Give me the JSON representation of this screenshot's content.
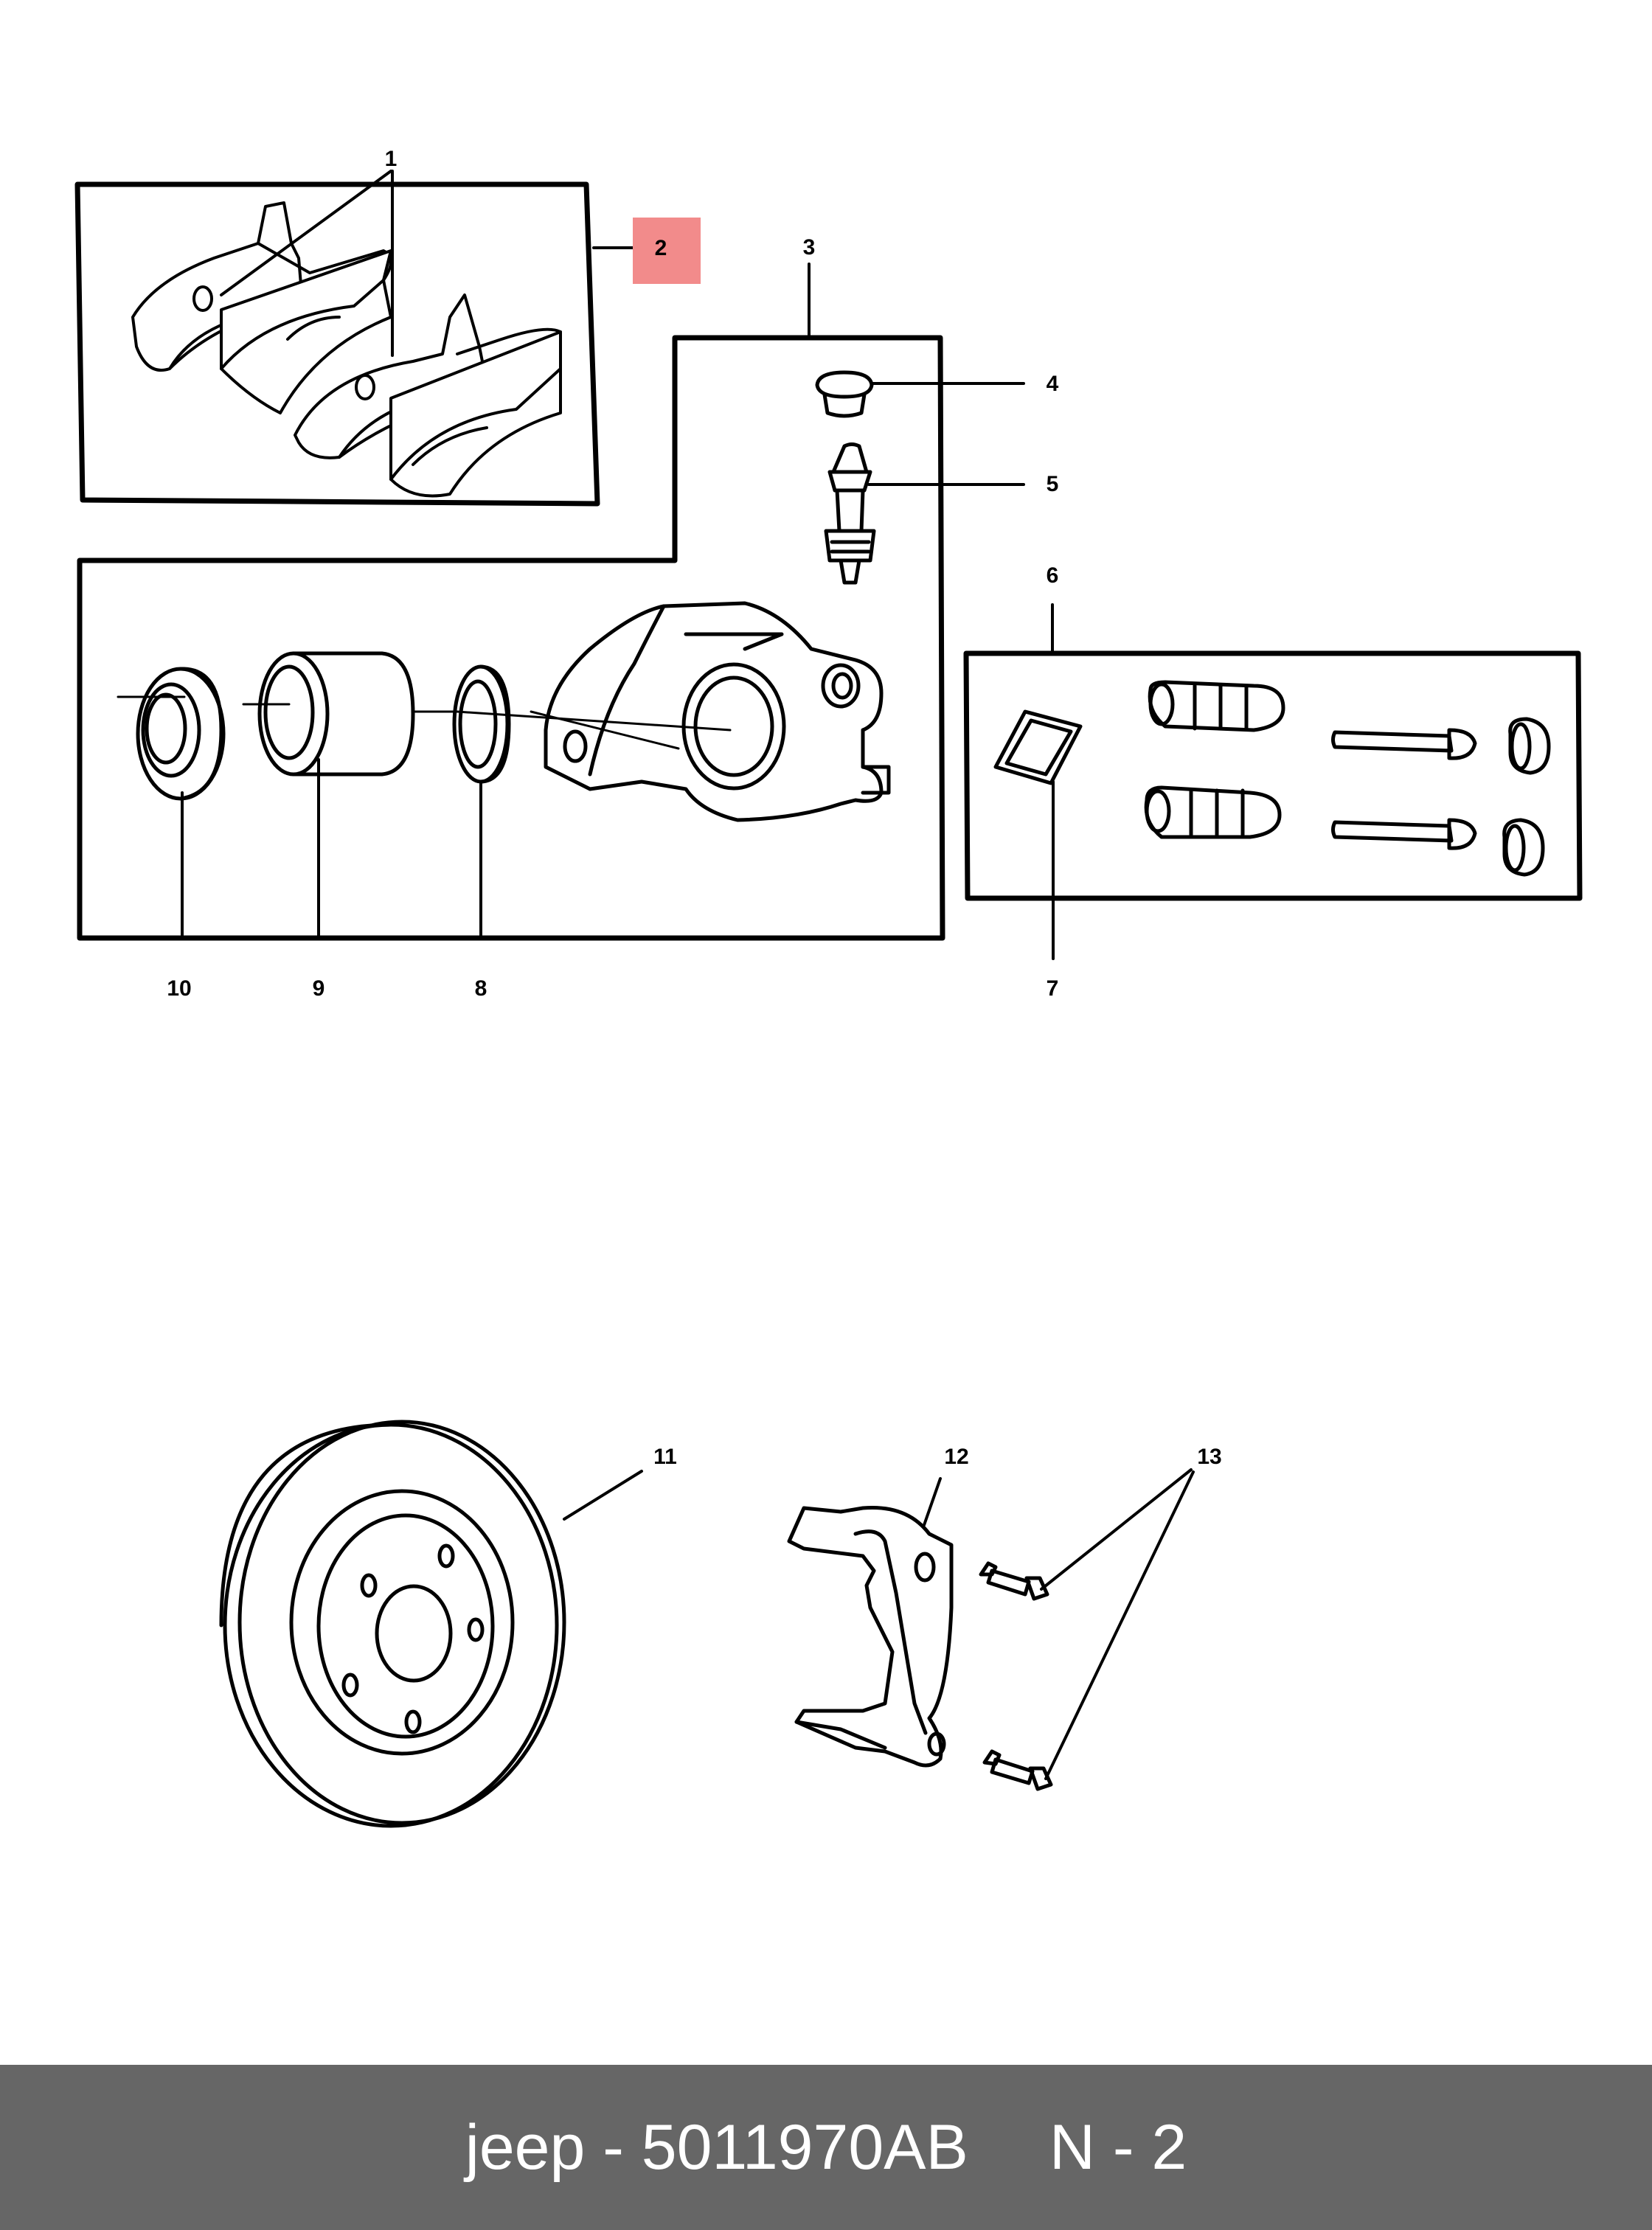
{
  "callouts": {
    "c1": "1",
    "c2": "2",
    "c3": "3",
    "c4": "4",
    "c5": "5",
    "c6": "6",
    "c7": "7",
    "c8": "8",
    "c9": "9",
    "c10": "10",
    "c11": "11",
    "c12": "12",
    "c13": "13"
  },
  "highlight": {
    "callout": "2",
    "color": "#F28B8B"
  },
  "footer": {
    "brand_part": "jeep - 5011970AB",
    "page": "N - 2"
  }
}
